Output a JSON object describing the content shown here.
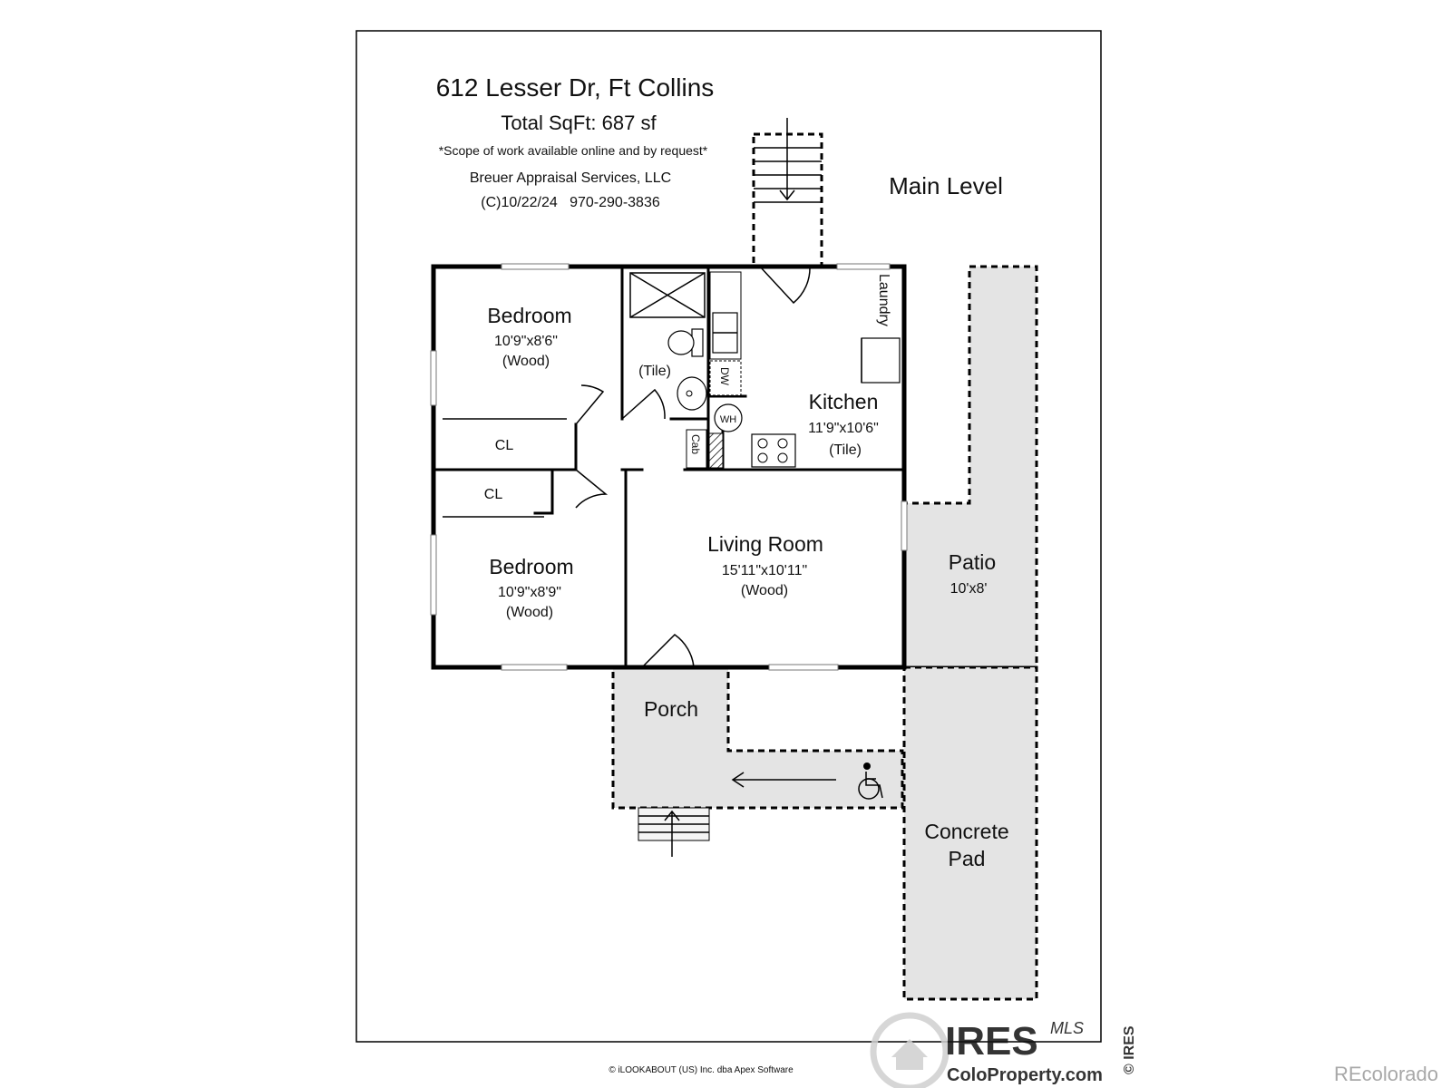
{
  "header": {
    "address": "612 Lesser Dr, Ft Collins",
    "total_sqft": "Total SqFt: 687 sf",
    "scope_note": "*Scope of work available online and by request*",
    "company": "Breuer Appraisal Services, LLC",
    "date_phone": "(C)10/22/24   970-290-3836"
  },
  "level_label": "Main Level",
  "rooms": {
    "bedroom1": {
      "name": "Bedroom",
      "dims": "10'9\"x8'6\"",
      "floor": "(Wood)"
    },
    "bedroom2": {
      "name": "Bedroom",
      "dims": "10'9\"x8'9\"",
      "floor": "(Wood)"
    },
    "closet1": "CL",
    "closet2": "CL",
    "bath_floor": "(Tile)",
    "kitchen": {
      "name": "Kitchen",
      "dims": "11'9\"x10'6\"",
      "floor": "(Tile)"
    },
    "laundry": "Laundry",
    "dishwasher": "DW",
    "water_heater": "WH",
    "cabinet": "Cab",
    "living": {
      "name": "Living Room",
      "dims": "15'11\"x10'11\"",
      "floor": "(Wood)"
    },
    "patio": {
      "name": "Patio",
      "dims": "10'x8'"
    },
    "porch": "Porch",
    "concrete_pad": {
      "line1": "Concrete",
      "line2": "Pad"
    }
  },
  "footer": {
    "copyright": "© iLOOKABOUT (US) Inc. dba Apex Software",
    "watermark_brand": "IRES",
    "watermark_mls": "MLS",
    "watermark_site": "ColoProperty.com",
    "watermark_side": "© IRES",
    "recolorado": "REcolorado"
  }
}
